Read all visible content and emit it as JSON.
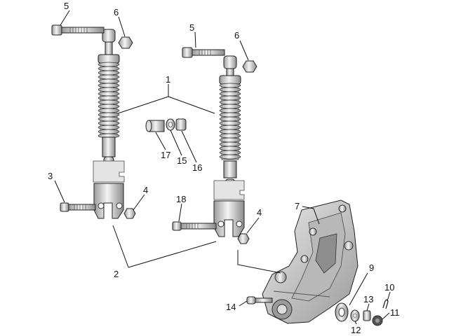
{
  "callouts": {
    "c1": "1",
    "c2": "2",
    "c3": "3",
    "c4a": "4",
    "c4b": "4",
    "c5a": "5",
    "c5b": "5",
    "c6a": "6",
    "c6b": "6",
    "c7": "7",
    "c9": "9",
    "c10": "10",
    "c11": "11",
    "c12": "12",
    "c13": "13",
    "c14": "14",
    "c15": "15",
    "c16": "16",
    "c17": "17",
    "c18": "18"
  },
  "colors": {
    "line": "#111111",
    "part_light": "#f2f2f2",
    "part_mid": "#c9c9c9",
    "part_dark": "#777777"
  }
}
